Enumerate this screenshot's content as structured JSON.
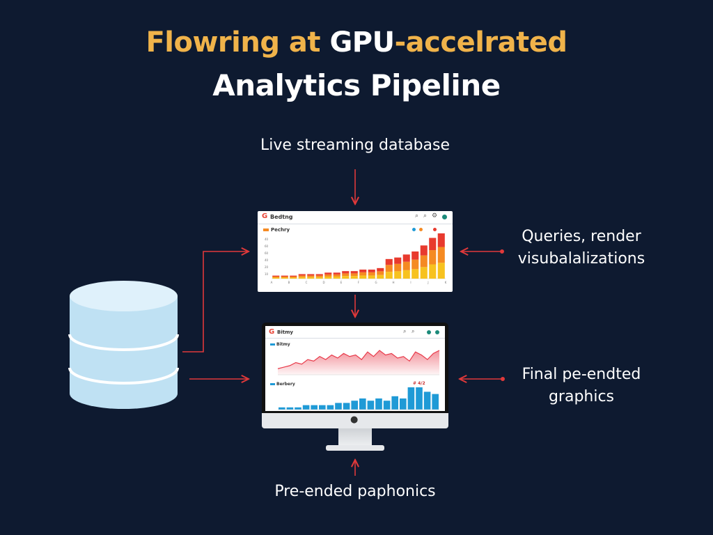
{
  "title": {
    "line1_part1": "Flowring at ",
    "line1_part2": "GPU",
    "line1_part3": "-accelrated",
    "line2": "Analytics Pipeline"
  },
  "labels": {
    "top": "Live streaming database",
    "right_top_line1": "Queries, render",
    "right_top_line2": "visubalalizations",
    "right_bottom_line1": "Final pe-endted",
    "right_bottom_line2": "graphics",
    "bottom": "Pre-ended paphonics"
  },
  "dashboard": {
    "header_label": "Bedtng",
    "chart_title": "Pechry",
    "y_ticks": [
      "40",
      "60",
      "60",
      "40",
      "20",
      "10"
    ],
    "x_ticks": [
      "A",
      "B",
      "C",
      "D",
      "E",
      "F",
      "G",
      "H",
      "I",
      "J",
      "K"
    ],
    "search_icon": "search-icon",
    "bar_values": [
      2,
      2,
      2,
      3,
      3,
      3,
      4,
      4,
      5,
      5,
      6,
      6,
      7,
      13,
      14,
      16,
      18,
      22,
      27,
      30
    ],
    "colors": {
      "red": "#e83a2e",
      "orange": "#f58a22",
      "yellow": "#f7c21f"
    }
  },
  "monitor": {
    "header_label": "Bitmy",
    "chart1_title": "Bitmy",
    "chart2_title": "Berbery",
    "chart2_status": "# 4/2",
    "line_values": [
      2,
      2.5,
      3,
      4,
      3.5,
      5,
      4.5,
      6,
      5,
      6.5,
      5.5,
      7,
      6,
      6.5,
      5,
      7.5,
      6,
      8,
      6.5,
      7,
      5.5,
      6,
      4.5,
      7.5,
      6.5,
      5,
      7,
      8
    ],
    "bar_values": [
      1,
      1,
      1,
      2,
      2,
      2,
      2,
      3,
      3,
      4,
      5,
      4,
      5,
      4,
      6,
      5,
      10,
      10,
      8,
      7
    ],
    "colors": {
      "line": "#e83a4a",
      "bar": "#1f9ad6"
    }
  },
  "colors": {
    "background": "#0e1a30",
    "arrow": "#e0393a",
    "title_accent": "#f0b34a",
    "db": "#bfe1f3"
  }
}
